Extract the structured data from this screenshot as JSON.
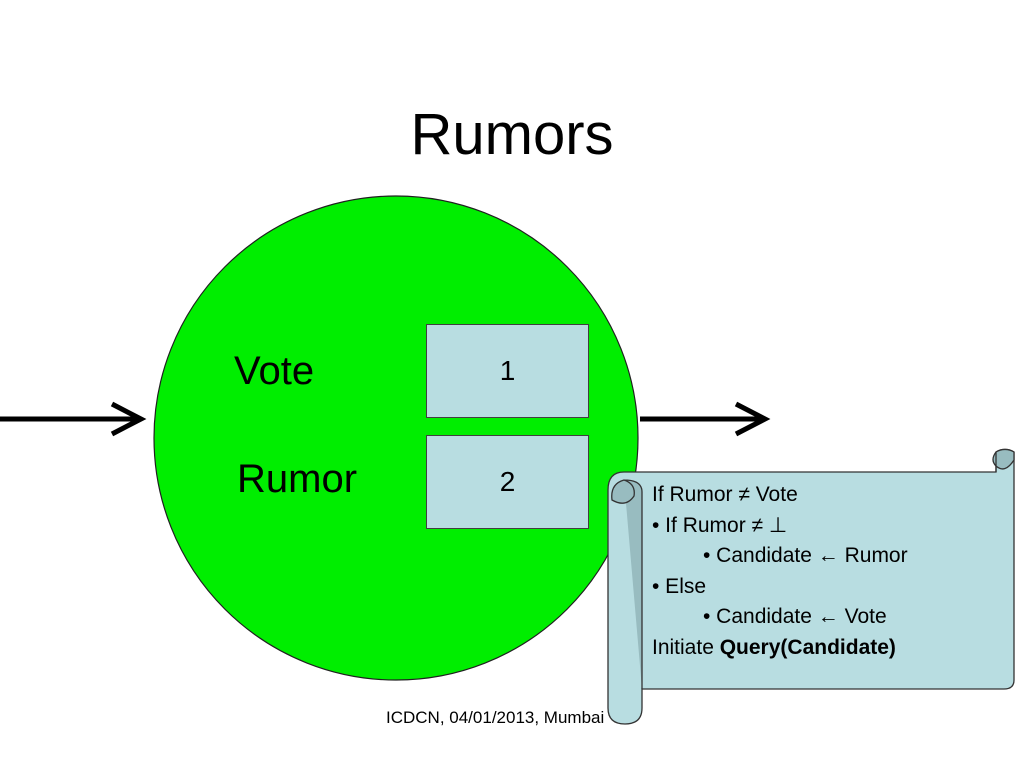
{
  "title": "Rumors",
  "node": {
    "fill": "#00ee00",
    "vote_label": "Vote",
    "rumor_label": "Rumor",
    "vote_value": "1",
    "rumor_value": "2",
    "box_fill": "#b8dde1"
  },
  "scroll": {
    "fill": "#b8dde1",
    "lines": [
      "If Rumor ≠ Vote",
      "• If Rumor ≠ ⊥",
      "• Candidate ← Rumor",
      "• Else",
      "• Candidate ← Vote"
    ],
    "last_line_prefix": "Initiate ",
    "last_line_bold": "Query(Candidate)"
  },
  "footer": "ICDCN, 04/01/2013, Mumbai"
}
